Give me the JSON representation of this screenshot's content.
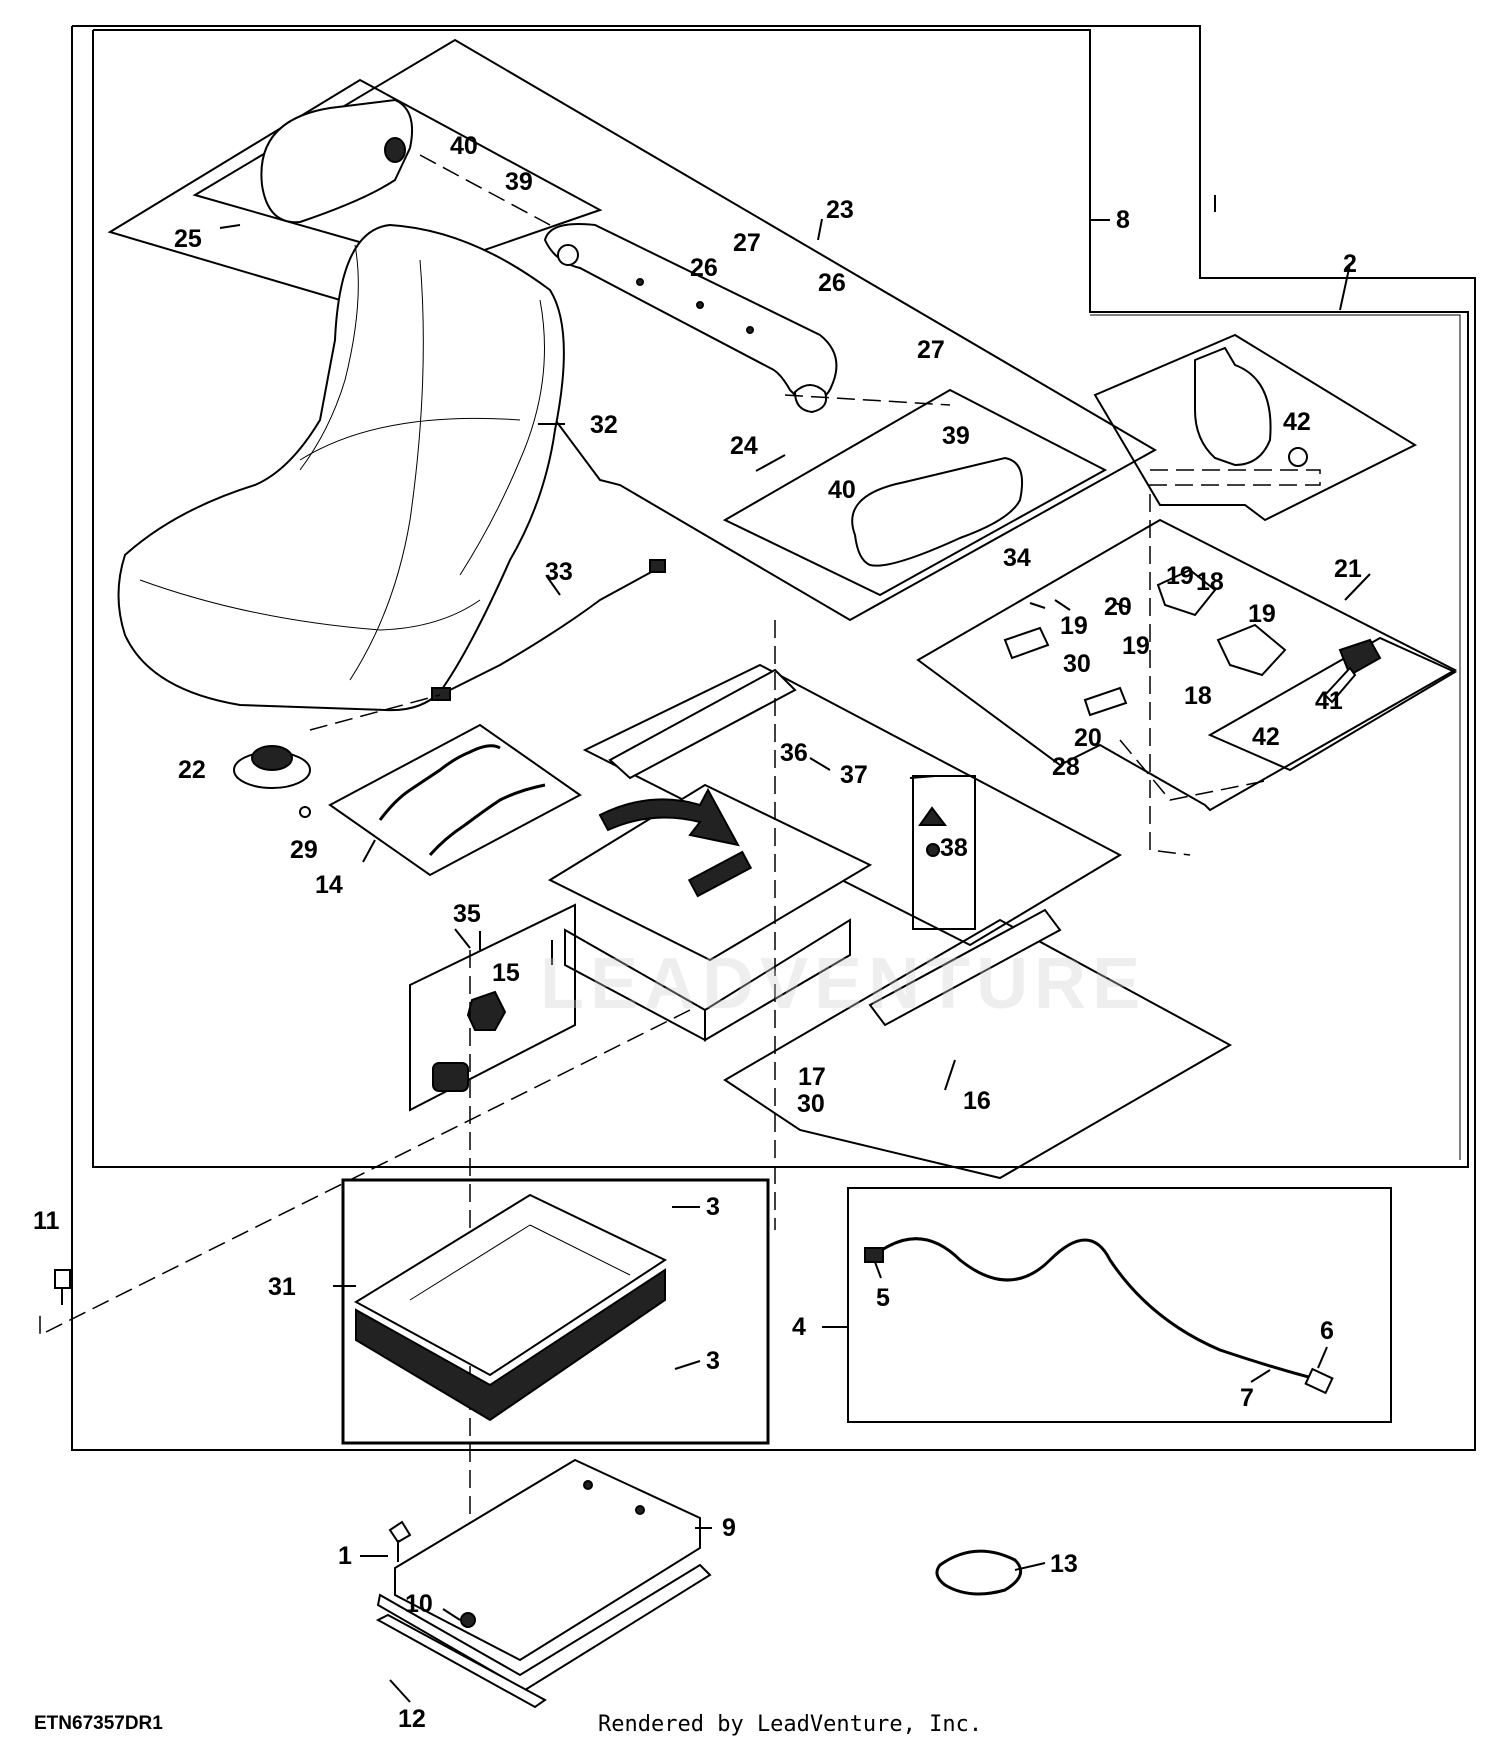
{
  "diagram": {
    "drawing_code": "ETN67357DR1",
    "footer": "Rendered by LeadVenture, Inc.",
    "watermark": "LEADVENTURE",
    "callouts": [
      "1",
      "2",
      "3",
      "3",
      "4",
      "5",
      "6",
      "7",
      "8",
      "9",
      "10",
      "11",
      "12",
      "13",
      "14",
      "15",
      "16",
      "17",
      "18",
      "18",
      "19",
      "19",
      "19",
      "19",
      "20",
      "20",
      "21",
      "22",
      "23",
      "24",
      "25",
      "26",
      "26",
      "27",
      "27",
      "28",
      "29",
      "30",
      "30",
      "31",
      "32",
      "33",
      "34",
      "35",
      "36",
      "37",
      "38",
      "39",
      "39",
      "40",
      "40",
      "41",
      "42",
      "42"
    ]
  }
}
